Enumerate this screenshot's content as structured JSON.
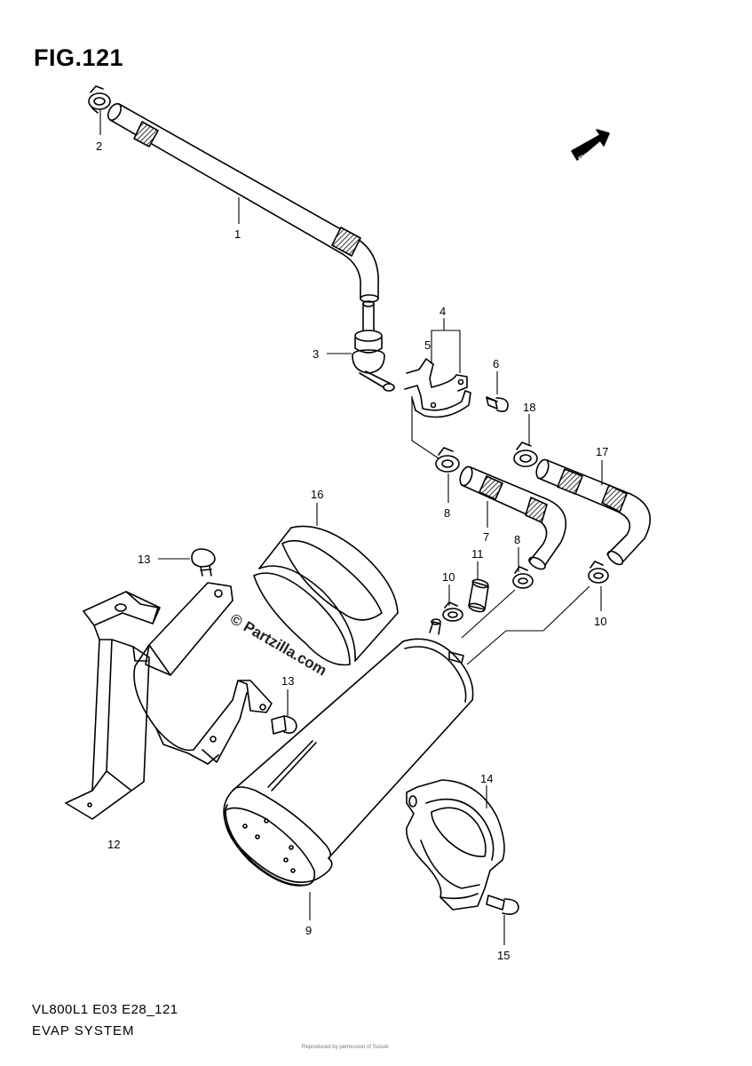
{
  "figure": {
    "title": "FIG.121",
    "model_code": "VL800L1 E03 E28_121",
    "section_name": "EVAP SYSTEM",
    "watermark": "© Partzilla.com",
    "copyright_note": "Reproduced by permission of Suzuki"
  },
  "fwd_badge": "FWD",
  "callouts": [
    {
      "id": "c1",
      "label": "1",
      "part": "hose"
    },
    {
      "id": "c2",
      "label": "2",
      "part": "clamp"
    },
    {
      "id": "c3",
      "label": "3",
      "part": "joint"
    },
    {
      "id": "c4",
      "label": "4",
      "part": "clamp assembly"
    },
    {
      "id": "c5",
      "label": "5",
      "part": "clamp"
    },
    {
      "id": "c6",
      "label": "6",
      "part": "bolt"
    },
    {
      "id": "c7",
      "label": "7",
      "part": "hose"
    },
    {
      "id": "c8a",
      "label": "8",
      "part": "clamp"
    },
    {
      "id": "c8b",
      "label": "8",
      "part": "clamp"
    },
    {
      "id": "c9",
      "label": "9",
      "part": "canister"
    },
    {
      "id": "c10a",
      "label": "10",
      "part": "clamp"
    },
    {
      "id": "c10b",
      "label": "10",
      "part": "clamp"
    },
    {
      "id": "c11",
      "label": "11",
      "part": "cap"
    },
    {
      "id": "c12",
      "label": "12",
      "part": "bracket"
    },
    {
      "id": "c13a",
      "label": "13",
      "part": "bolt"
    },
    {
      "id": "c13b",
      "label": "13",
      "part": "bolt"
    },
    {
      "id": "c14",
      "label": "14",
      "part": "cushion"
    },
    {
      "id": "c15",
      "label": "15",
      "part": "screw"
    },
    {
      "id": "c16",
      "label": "16",
      "part": "cushion"
    },
    {
      "id": "c17",
      "label": "17",
      "part": "hose"
    },
    {
      "id": "c18",
      "label": "18",
      "part": "clamp"
    }
  ]
}
